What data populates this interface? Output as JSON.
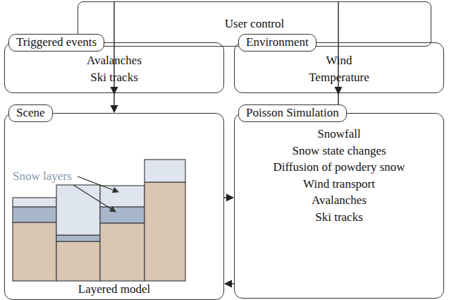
{
  "diagram": {
    "nodes": [
      {
        "text": [
          "User control"
        ]
      },
      {
        "text": [
          "Triggered events",
          "Avalanches",
          "Ski tracks"
        ]
      },
      {
        "text": [
          "Environment",
          "Wind",
          "Temperature"
        ]
      },
      {
        "text": [
          "Scene",
          "Layered model"
        ]
      },
      {
        "text": [
          "Poisson Simulation",
          "Snowfall",
          "Snow state changes",
          "Diffusion of powdery snow",
          "Wind transport",
          "Avalanches",
          "Ski tracks"
        ]
      }
    ],
    "edges": [
      {
        "from": 0,
        "to": 1,
        "arrow": "to"
      },
      {
        "from": 0,
        "to": 2,
        "arrow": "to"
      },
      {
        "from": 1,
        "to": 3,
        "arrow": "to"
      },
      {
        "from": 2,
        "to": 4,
        "arrow": "to"
      },
      {
        "from": 3,
        "to": 4,
        "arrow": "to"
      },
      {
        "from": 4,
        "to": 3,
        "arrow": "to"
      }
    ],
    "labels": [
      "Snow layers"
    ]
  }
}
